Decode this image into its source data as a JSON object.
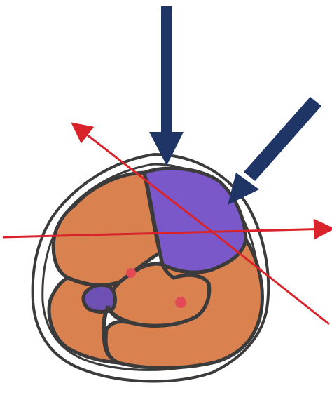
{
  "colors": {
    "background": "#ffffff",
    "outline": "#3b3b3b",
    "muscle_fill": "#d9814f",
    "target_muscle_fill": "#7b58c9",
    "small_muscle_fill": "#6e4fb4",
    "vessel_fill": "#e24b55",
    "arrow_blue": "#1f3566",
    "line_red": "#d9232a"
  },
  "diagram": {
    "kind": "hand-drawn cross-section schematic",
    "arrows": [
      "vertical-blue-arrow",
      "diagonal-blue-arrow"
    ],
    "red_lines": [
      "horizontal-red-line",
      "diagonal-red-line"
    ],
    "labels": []
  }
}
